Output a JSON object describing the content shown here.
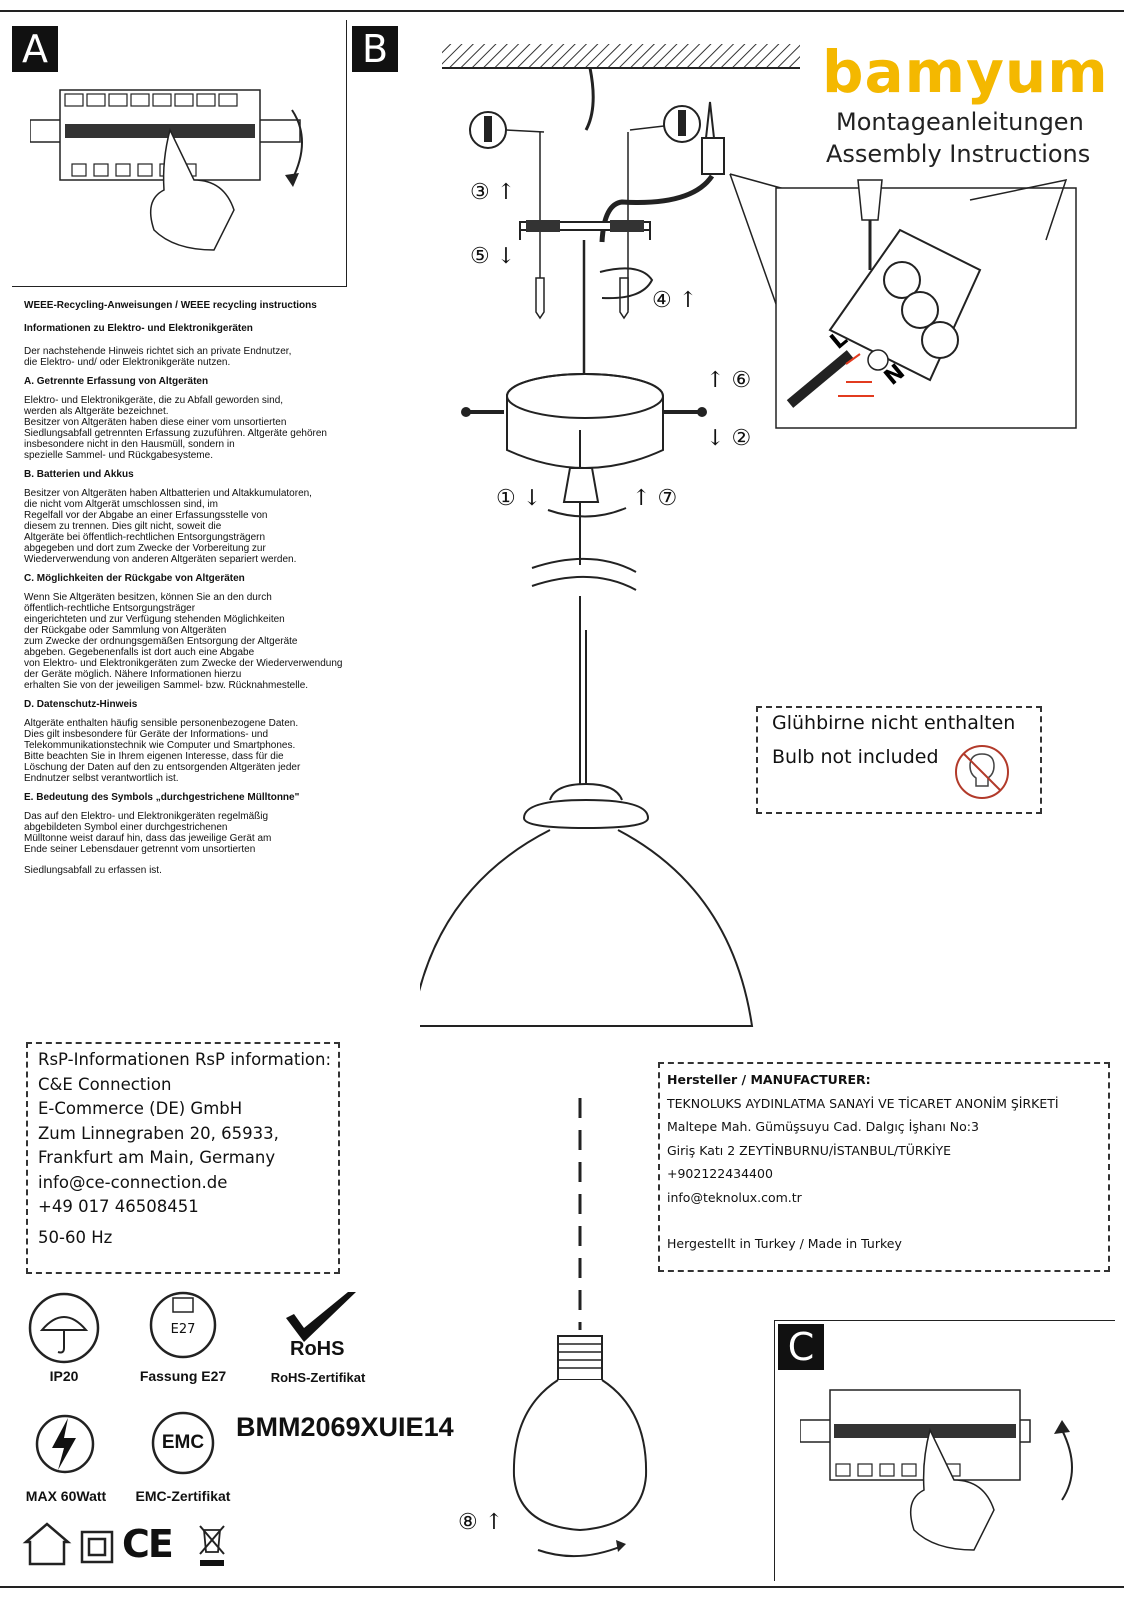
{
  "brand": {
    "name": "bamyum",
    "color": "#f4b800"
  },
  "header": {
    "title_de": "Montageanleitungen",
    "title_en": "Assembly Instructions"
  },
  "panels": {
    "a": "A",
    "b": "B",
    "c": "C"
  },
  "weee": {
    "title": "WEEE-Recycling-Anweisungen / WEEE recycling instructions",
    "subtitle": "Informationen zu Elektro- und Elektronikgeräten",
    "intro": "Der nachstehende Hinweis richtet sich an private Endnutzer,\n die Elektro- und/ oder Elektronikgeräte nutzen.",
    "sections": [
      {
        "heading": "A. Getrennte Erfassung von Altgeräten",
        "text": "Elektro- und Elektronikgeräte, die zu Abfall geworden sind,\n werden als Altgeräte bezeichnet.\nBesitzer von Altgeräten haben diese einer vom unsortierten\nSiedlungsabfall getrennten Erfassung zuzuführen. Altgeräte gehören\ninsbesondere nicht in den Hausmüll, sondern in\nspezielle Sammel- und Rückgabesysteme."
      },
      {
        "heading": "B. Batterien und Akkus",
        "text": "Besitzer von Altgeräten haben Altbatterien und Altakkumulatoren,\n die nicht vom Altgerät umschlossen sind, im\nRegelfall vor der Abgabe an einer Erfassungsstelle von\ndiesem zu trennen. Dies gilt nicht, soweit die\nAltgeräte bei öffentlich-rechtlichen Entsorgungsträgern\nabgegeben und dort zum Zwecke der Vorbereitung zur\nWiederverwendung von anderen Altgeräten separiert werden."
      },
      {
        "heading": "C. Möglichkeiten der Rückgabe von Altgeräten",
        "text": "Wenn Sie Altgeräten besitzen, können Sie an den durch\nöffentlich-rechtliche Entsorgungsträger\neingerichteten und zur Verfügung stehenden Möglichkeiten\nder Rückgabe oder Sammlung von Altgeräten\n zum Zwecke der ordnungsgemäßen Entsorgung der Altgeräte\nabgeben. Gegebenenfalls ist dort auch eine Abgabe\n von Elektro- und Elektronikgeräten zum Zwecke der Wiederverwendung\nder Geräte möglich. Nähere Informationen hierzu\nerhalten Sie von der jeweiligen Sammel- bzw. Rücknahmestelle."
      },
      {
        "heading": "D. Datenschutz-Hinweis",
        "text": "Altgeräte enthalten häufig sensible personenbezogene Daten.\nDies gilt insbesondere für Geräte der Informations- und\nTelekommunikationstechnik wie Computer und Smartphones.\n Bitte beachten Sie in Ihrem eigenen Interesse, dass für die\nLöschung der Daten auf den zu entsorgenden Altgeräten jeder\nEndnutzer selbst verantwortlich ist."
      },
      {
        "heading": "E. Bedeutung des Symbols „durchgestrichene Mülltonne\"",
        "text": "Das auf den Elektro- und Elektronikgeräten regelmäßig\n abgebildeten Symbol einer durchgestrichenen\nMülltonne weist darauf hin, dass das jeweilige Gerät am\nEnde seiner Lebensdauer getrennt vom unsortierten"
      }
    ],
    "closing": "Siedlungsabfall zu erfassen ist."
  },
  "bulb_note": {
    "de": "Glühbirne nicht enthalten",
    "en": "Bulb not included"
  },
  "rsp": {
    "title": "RsP-Informationen RsP information:",
    "lines": [
      "C&E Connection",
      "E-Commerce (DE) GmbH",
      "Zum Linnegraben 20, 65933,",
      "Frankfurt am Main, Germany",
      "info@ce-connection.de",
      "+49 017 46508451"
    ],
    "freq": "50-60 Hz"
  },
  "manufacturer": {
    "title": "Hersteller / MANUFACTURER:",
    "lines": [
      "TEKNOLUKS AYDINLATMA SANAYİ VE TİCARET ANONİM ŞİRKETİ",
      "Maltepe Mah. Gümüşsuyu Cad. Dalgıç İşhanı No:3",
      "Giriş Katı 2 ZEYTİNBURNU/İSTANBUL/TÜRKİYE",
      "+902122434400",
      "info@teknolux.com.tr"
    ],
    "made": "Hergestellt in Turkey / Made in Turkey"
  },
  "icons": {
    "ip": {
      "label": "IP20",
      "icon": "umbrella-rain-icon"
    },
    "socket": {
      "label": "Fassung E27",
      "inner": "E27",
      "icon": "bulb-socket-icon"
    },
    "rohs": {
      "label": "RoHS-Zertifikat",
      "inner": "RoHS",
      "icon": "rohs-check-icon"
    },
    "power": {
      "label": "MAX 60Watt",
      "icon": "lightning-icon"
    },
    "emc": {
      "label": "EMC-Zertifikat",
      "inner": "EMC",
      "icon": "emc-icon"
    },
    "ce": "CE"
  },
  "model": "BMM2069XUIE14",
  "steps": [
    "①",
    "②",
    "③",
    "④",
    "⑤",
    "⑥",
    "⑦",
    "⑧"
  ],
  "wiring": {
    "l": "L",
    "n": "N"
  }
}
